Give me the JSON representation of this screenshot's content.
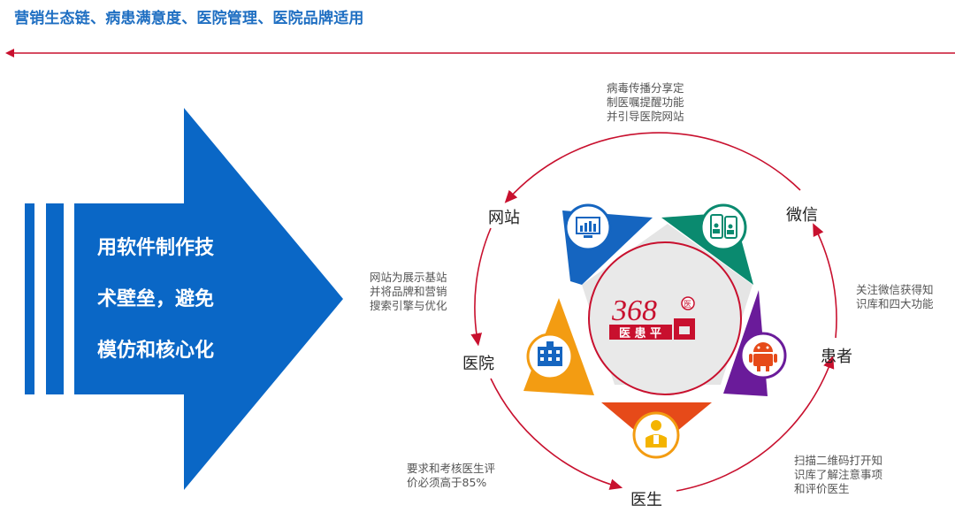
{
  "header": {
    "title": "营销生态链、病患满意度、医院管理、医院品牌适用"
  },
  "arrow": {
    "lines": [
      "用软件制作技",
      "术壁垒，避免",
      "模仿和核心化"
    ]
  },
  "center_logo": {
    "number": "368",
    "sub": "医 患 平",
    "badge": "医"
  },
  "nodes": {
    "website": "网站",
    "wechat": "微信",
    "patient": "患者",
    "doctor": "医生",
    "hospital": "医院"
  },
  "notes": {
    "top": [
      "病毒传播分享定",
      "制医嘱提醒功能",
      "并引导医院网站"
    ],
    "left": [
      "网站为展示基站",
      "并将品牌和营销",
      "搜索引擎与优化"
    ],
    "right": [
      "关注微信获得知",
      "识库和四大功能"
    ],
    "bottom_left": [
      "要求和考核医生评",
      "价必须高于85%"
    ],
    "bottom_right": [
      "扫描二维码打开知",
      "识库了解注意事项",
      "和评价医生"
    ]
  },
  "colors": {
    "title": "#1f6fc2",
    "arrow": "#0a67c6",
    "cycle": "#c8102e",
    "blue_segment": "#1565c0",
    "green_segment": "#0a8a6f",
    "purple_segment": "#6a1b9a",
    "red_segment": "#e64a19",
    "orange_segment": "#f39c12",
    "pentagon": "#e5e5e5"
  },
  "icons": [
    "monitor-chart-icon",
    "two-phones-icon",
    "android-icon",
    "doctor-icon",
    "hospital-building-icon"
  ]
}
